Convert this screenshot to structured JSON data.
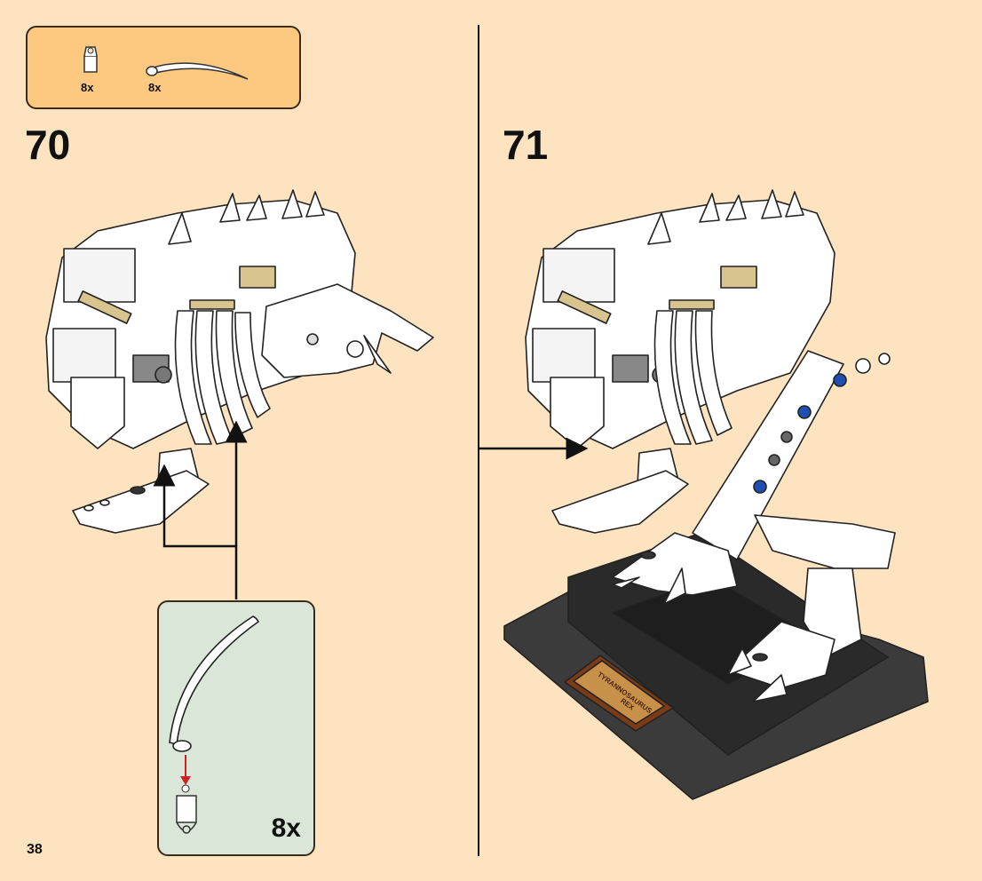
{
  "parts_list": {
    "items": [
      {
        "icon": "clip-piece-icon",
        "count": "8x"
      },
      {
        "icon": "curved-horn-piece-icon",
        "count": "8x"
      }
    ]
  },
  "steps": [
    {
      "number": "70"
    },
    {
      "number": "71"
    }
  ],
  "subassembly": {
    "count": "8x"
  },
  "plaque": {
    "line1": "TYRANNOSAURUS",
    "line2": "REX"
  },
  "page_number": "38",
  "colors": {
    "background": "#fde3c0",
    "parts_box": "#fdc880",
    "subassembly_box": "#d9e6d8",
    "base_plate": "#3b3b3b",
    "bones": "#ffffff",
    "arrow_red": "#d22020",
    "stud_blue": "#1f4fb0",
    "tan_pin": "#d8c48e"
  }
}
